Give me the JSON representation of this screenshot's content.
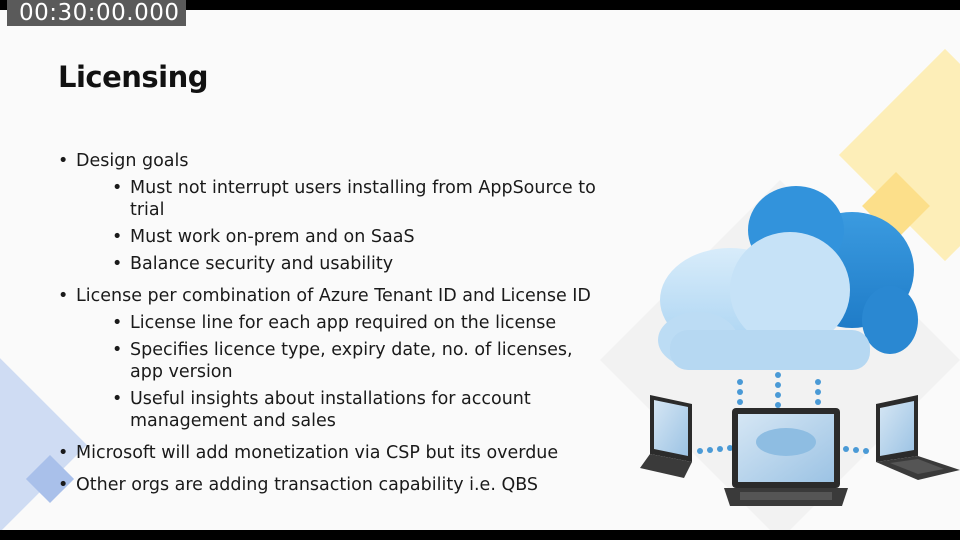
{
  "timecode": "00:30:00.000",
  "title": "Licensing",
  "bullets": [
    {
      "text": "Design goals",
      "children": [
        "Must not interrupt users installing from AppSource to trial",
        "Must work on-prem and on SaaS",
        "Balance security and usability"
      ]
    },
    {
      "text": "License per combination of Azure Tenant ID and License ID",
      "children": [
        "License line for each app required on the license",
        "Specifies licence type, expiry date, no. of licenses, app version",
        "Useful insights about installations for account management and sales"
      ]
    },
    {
      "text": "Microsoft will add monetization via CSP but its overdue",
      "children": []
    },
    {
      "text": "Other orgs are adding transaction capability i.e. QBS",
      "children": []
    }
  ],
  "colors": {
    "accent_yellow": "#fde7a4",
    "accent_yellow_dark": "#fcd978",
    "accent_blue": "#b9cdee",
    "cloud_blue": "#2f8fd8"
  },
  "icons": [
    "cloud-icon",
    "laptop-icon"
  ]
}
